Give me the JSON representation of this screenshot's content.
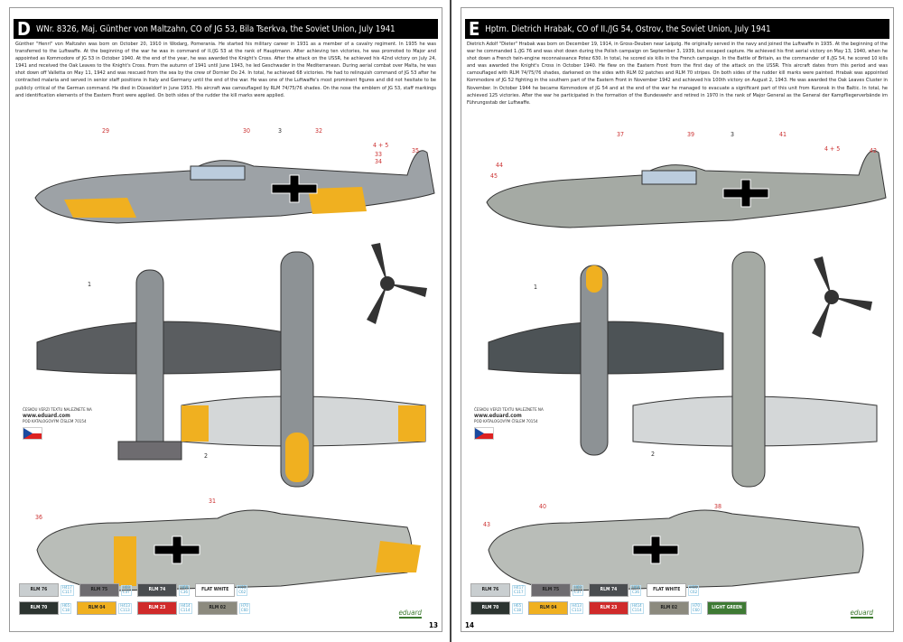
{
  "left": {
    "letter": "D",
    "title": "WNr. 8326, Maj. Günther von Maltzahn, CO of JG 53, Bila Tserkva, the Soviet Union, July 1941",
    "bio": "Günther \"Henri\" von Maltzahn was born on October 20, 1910 in Wodarg, Pomerania. He started his military career in 1931 as a member of a cavalry regiment. In 1935 he was transferred to the Luftwaffe. At the beginning of the war he was in command of II./JG 53 at the rank of Hauptmann. After achieving ten victories, he was promoted to Major and appointed as Kommodore of JG 53 in October 1940. At the end of the year, he was awarded the Knight's Cross. After the attack on the USSR, he achieved his 42nd victory on July 24, 1941 and received the Oak Leaves to the Knight's Cross. From the autumn of 1941 until June 1943, he led Geschwader in the Mediterranean. During aerial combat over Malta, he was shot down off Valletta on May 11, 1942 and was rescued from the sea by the crew of Dornier Do 24. In total, he achieved 68 victories. He had to relinquish command of JG 53 after he contracted malaria and served in senior staff positions in Italy and Germany until the end of the war. He was one of the Luftwaffe's most prominent figures and did not hesitate to be publicly critical of the German command. He died in Düsseldorf in June 1953. His aircraft was camouflaged by RLM 74/75/76 shades. On the nose the emblem of JG 53, staff markings and identification elements of the Eastern Front were applied. On both sides of the rudder the kill marks were applied.",
    "callouts": [
      "29",
      "30",
      "3",
      "32",
      "4 + 5",
      "33",
      "34",
      "35",
      "1",
      "2",
      "36",
      "31"
    ],
    "czech": [
      "ČESKOU VERZI TEXTU NALEZNETE NA",
      "www.eduard.com",
      "POD KATALOGOVÝM ČÍSLEM 70154"
    ],
    "paints": [
      [
        {
          "name": "RLM 76",
          "h": "H417",
          "c": "C117",
          "color": "#c9ced0"
        },
        {
          "name": "RLM 75",
          "h": "H69",
          "c": "C37",
          "color": "#6e6c70"
        },
        {
          "name": "RLM 74",
          "h": "H68",
          "c": "C36",
          "color": "#4a4d50"
        },
        {
          "name": "FLAT WHITE",
          "h": "H11",
          "c": "C62",
          "color": "#ffffff"
        }
      ],
      [
        {
          "name": "RLM 70",
          "h": "H65",
          "c": "C18",
          "color": "#2c3430"
        },
        {
          "name": "RLM 04",
          "h": "H413",
          "c": "C113",
          "color": "#f0b020"
        },
        {
          "name": "RLM 23",
          "h": "H414",
          "c": "C114",
          "color": "#d02a2a"
        },
        {
          "name": "RLM 02",
          "h": "H70",
          "c": "C60",
          "color": "#8c8a7e"
        }
      ]
    ],
    "brand": "eduard",
    "page_number": "13"
  },
  "right": {
    "letter": "E",
    "title": "Hptm. Dietrich Hrabak, CO of II./JG 54, Ostrov, the Soviet Union, July 1941",
    "bio": "Dietrich Adolf \"Dieter\" Hrabak was born on December 19, 1914, in Gross-Deuben near Leipzig. He originally served in the navy and joined the Luftwaffe in 1935. At the beginning of the war he commanded 1./JG 76 and was shot down during the Polish campaign on September 3, 1939, but escaped capture. He achieved his first aerial victory on May 13, 1940, when he shot down a French twin-engine reconnaissance Potez 630. In total, he scored six kills in the French campaign. In the Battle of Britain, as the commander of II./JG 54, he scored 10 kills and was awarded the Knight's Cross in October 1940. He flew on the Eastern Front from the first day of the attack on the USSR. This aircraft dates from this period and was camouflaged with RLM 74/75/76 shades, darkened on the sides with RLM 02 patches and RLM 70 stripes. On both sides of the rudder kill marks were painted. Hrabak was appointed Kommodore of JG 52 fighting in the southern part of the Eastern Front in November 1942 and achieved his 100th victory on August 2, 1943. He was awarded the Oak Leaves Cluster in November. In October 1944 he became Kommodore of JG 54 and at the end of the war he managed to evacuate a significant part of this unit from Kuronsk in the Baltic. In total, he achieved 125 victories. After the war he participated in the formation of the Bundeswehr and retired in 1970 in the rank of Major General as the General der Kampfliegerverbände im Führungsstab der Luftwaffe.",
    "callouts": [
      "37",
      "39",
      "3",
      "41",
      "4 + 5",
      "42",
      "44",
      "45",
      "1",
      "2",
      "43",
      "40",
      "38"
    ],
    "czech": [
      "ČESKOU VERZI TEXTU NALEZNETE NA",
      "www.eduard.com",
      "POD KATALOGOVÝM ČÍSLEM 70154"
    ],
    "paints": [
      [
        {
          "name": "RLM 76",
          "h": "H417",
          "c": "C117",
          "color": "#c9ced0"
        },
        {
          "name": "RLM 75",
          "h": "H69",
          "c": "C37",
          "color": "#6e6c70"
        },
        {
          "name": "RLM 74",
          "h": "H68",
          "c": "C36",
          "color": "#4a4d50"
        },
        {
          "name": "FLAT WHITE",
          "h": "H11",
          "c": "C62",
          "color": "#ffffff"
        }
      ],
      [
        {
          "name": "RLM 70",
          "h": "H65",
          "c": "C18",
          "color": "#2c3430"
        },
        {
          "name": "RLM 04",
          "h": "H413",
          "c": "C113",
          "color": "#f0b020"
        },
        {
          "name": "RLM 23",
          "h": "H414",
          "c": "C114",
          "color": "#d02a2a"
        },
        {
          "name": "RLM 02",
          "h": "H70",
          "c": "C60",
          "color": "#8c8a7e"
        },
        {
          "name": "LIGHT GREEN",
          "h": "",
          "c": "",
          "color": "#3e7a34"
        }
      ]
    ],
    "brand": "eduard",
    "page_number": "14"
  }
}
